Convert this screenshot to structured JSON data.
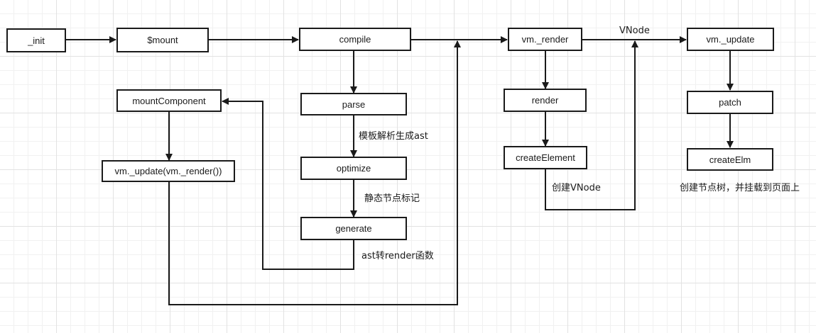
{
  "nodes": {
    "init": "_init",
    "mount": "$mount",
    "compile": "compile",
    "vm_render": "vm._render",
    "vm_update": "vm._update",
    "mount_component": "mountComponent",
    "parse": "parse",
    "render": "render",
    "patch": "patch",
    "vm_update_render": "vm._update(vm._render())",
    "optimize": "optimize",
    "create_element": "createElement",
    "create_elm": "createElm",
    "generate": "generate"
  },
  "labels": {
    "vnode": "VNode",
    "parse_note": "模板解析生成ast",
    "optimize_note": "静态节点标记",
    "generate_note": "ast转render函数",
    "create_element_note": "创建VNode",
    "create_elm_note": "创建节点树，并挂载到页面上"
  },
  "colors": {
    "stroke": "#1a1a1a",
    "background": "#ffffff",
    "grid": "#e2e2e2"
  }
}
